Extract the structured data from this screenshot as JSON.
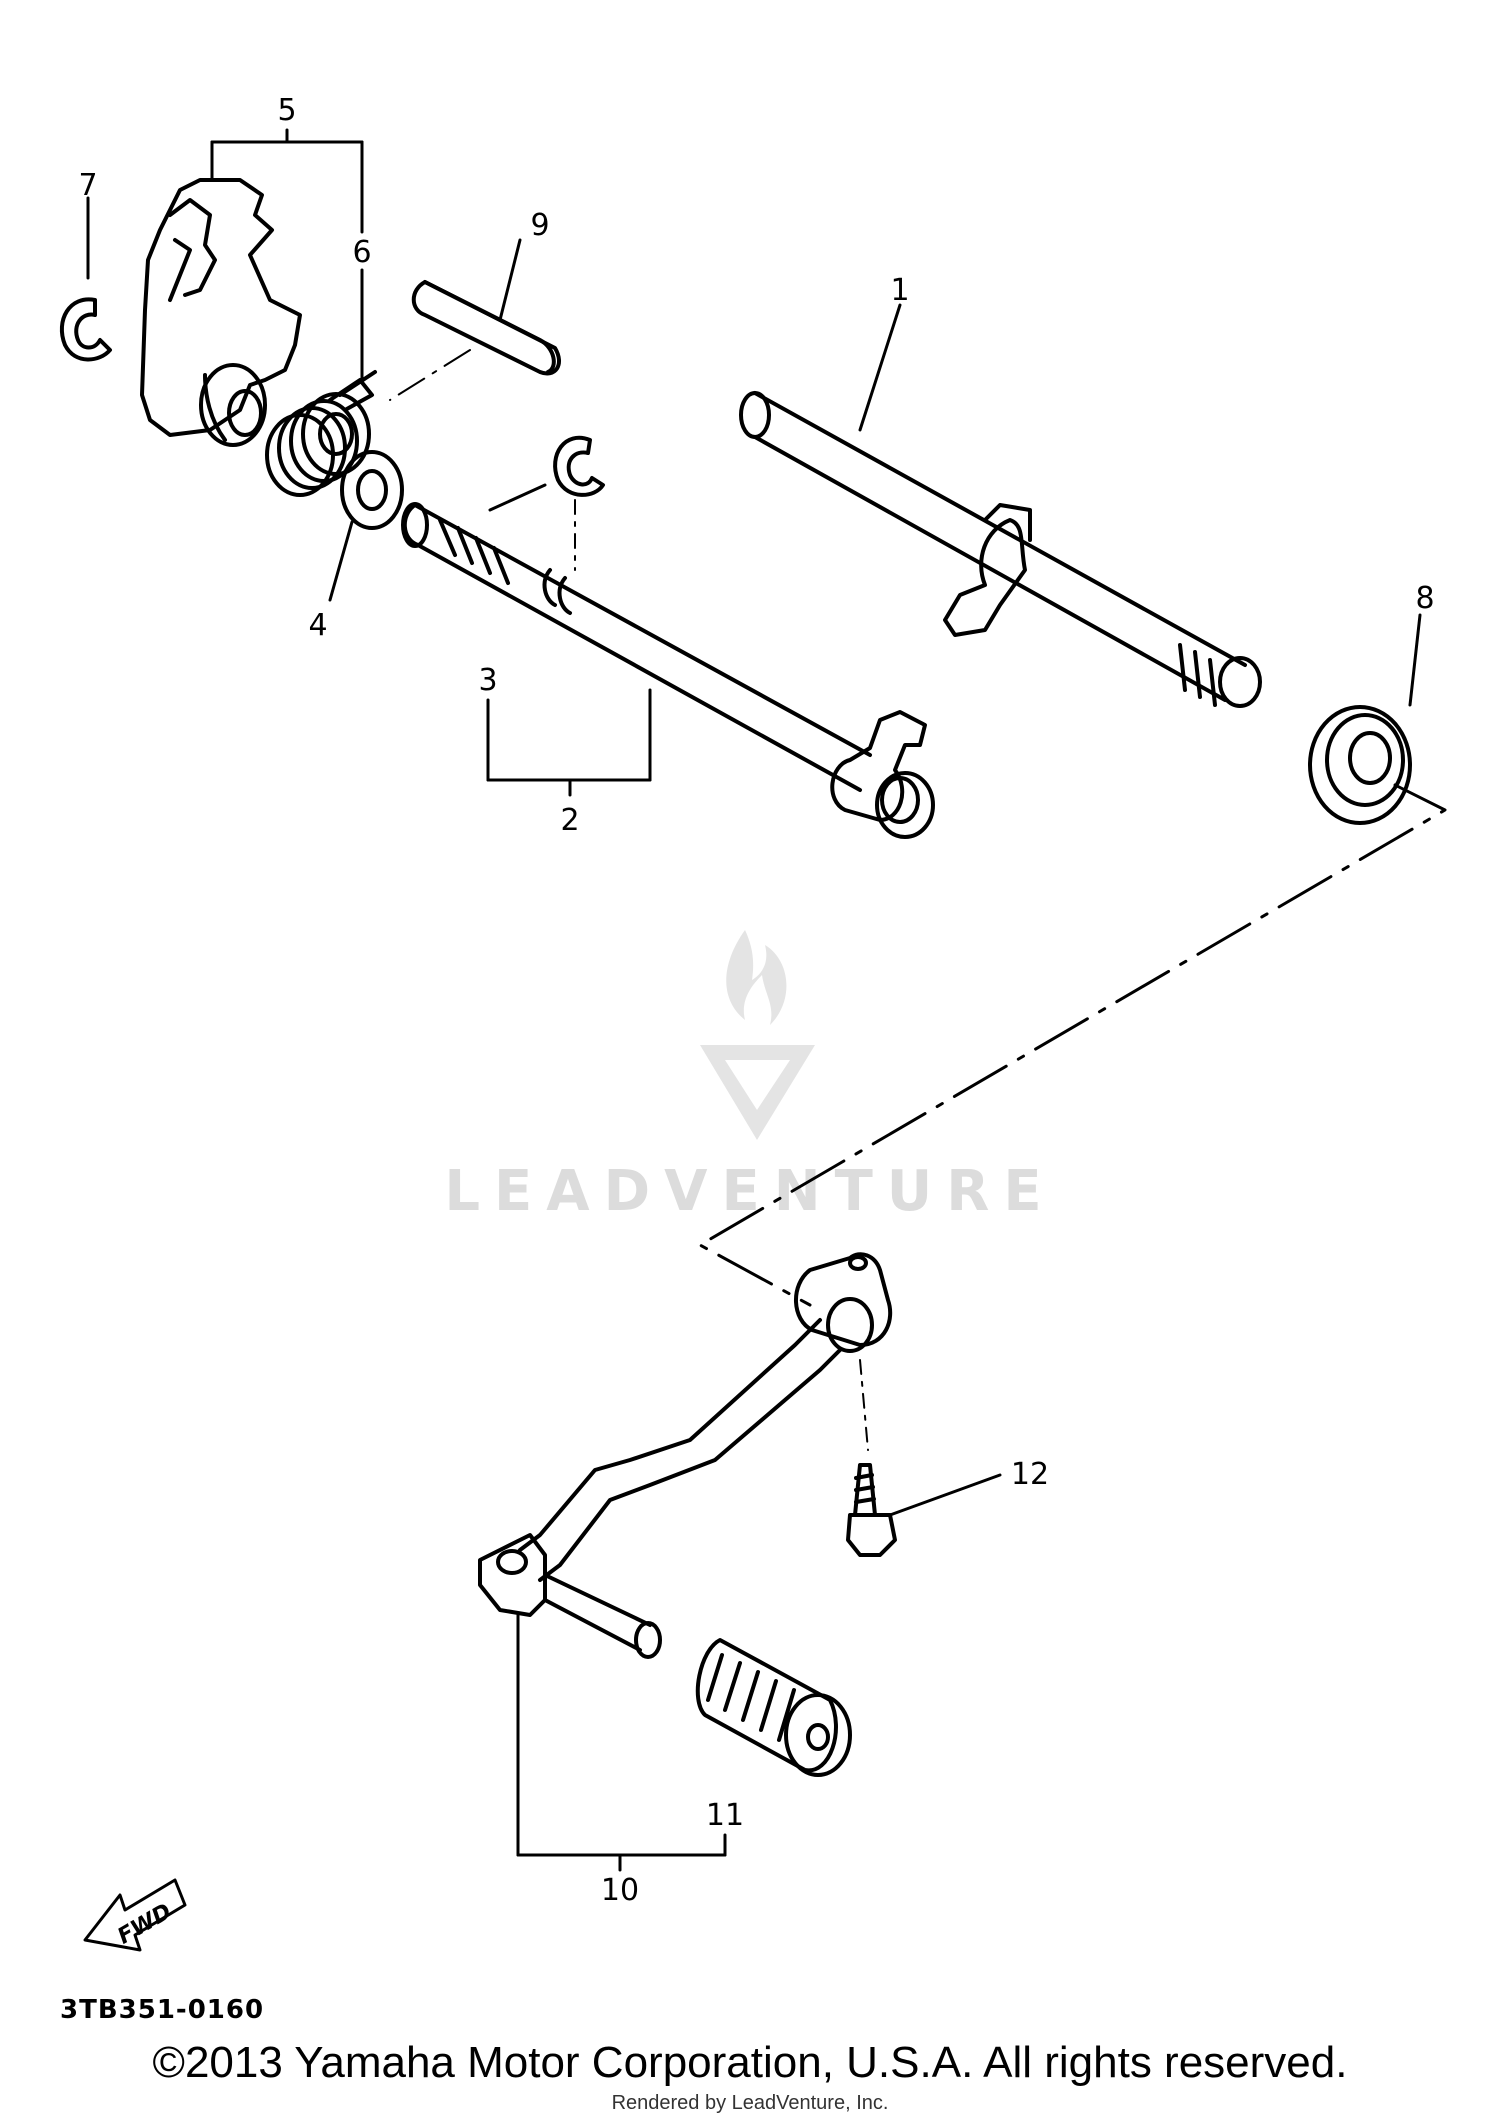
{
  "callouts": {
    "c1": "1",
    "c2": "2",
    "c3": "3",
    "c4": "4",
    "c5": "5",
    "c6": "6",
    "c7": "7",
    "c8": "8",
    "c9": "9",
    "c10": "10",
    "c11": "11",
    "c12": "12"
  },
  "fwd_label": "FWD",
  "diagram_code": "3TB351-0160",
  "watermark": {
    "text": "LEADVENTURE"
  },
  "copyright": "©2013 Yamaha Motor Corporation, U.S.A. All rights reserved.",
  "rendered_by": "Rendered by LeadVenture, Inc.",
  "colors": {
    "line": "#000000",
    "watermark": "#dcdcdc",
    "background": "#ffffff"
  }
}
